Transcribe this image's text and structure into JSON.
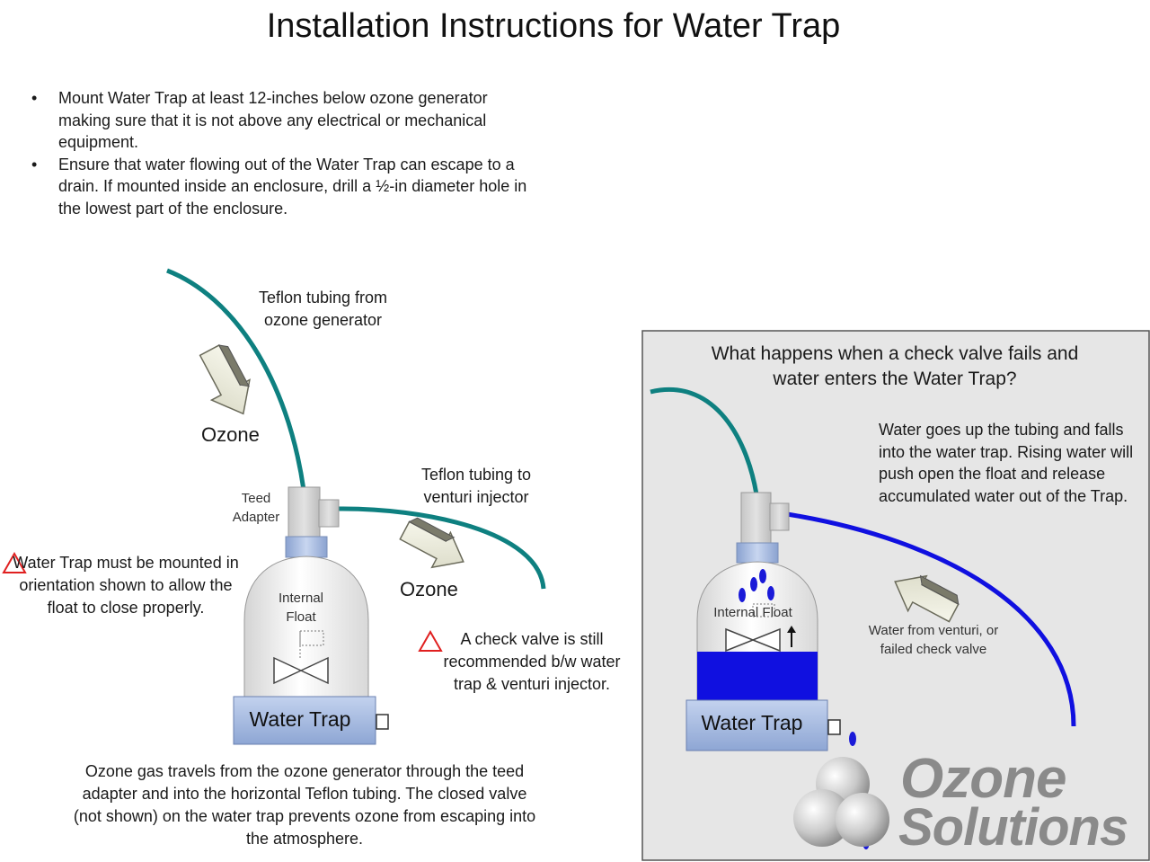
{
  "title": "Installation Instructions for Water Trap",
  "bullets": [
    "Mount Water Trap at least 12-inches below ozone generator making sure that it is not above any electrical or mechanical equipment.",
    "Ensure that water flowing out of the Water Trap can escape to a drain.  If mounted inside an enclosure, drill a ½-in diameter hole in the lowest part of the enclosure."
  ],
  "left": {
    "tubing_from_label": "Teflon tubing from ozone generator",
    "ozone_label_1": "Ozone",
    "teed_adapter_label": "Teed Adapter",
    "tubing_to_label": "Teflon tubing to venturi injector",
    "ozone_label_2": "Ozone",
    "internal_float_label": "Internal Float",
    "water_trap_label": "Water Trap",
    "orientation_warning": "Water Trap must be mounted in orientation shown to allow the float to close properly.",
    "check_valve_note": "A check valve is still recommended b/w water trap & venturi injector.",
    "caption": "Ozone gas travels from the ozone generator through the teed adapter and into the horizontal Teflon tubing.  The closed valve (not shown) on the water trap prevents ozone from escaping into the atmosphere."
  },
  "right": {
    "heading": "What happens when a check valve fails and water enters the Water Trap?",
    "description": "Water goes up the tubing and falls into the water trap. Rising water will push open the float and release accumulated water out of the Trap.",
    "internal_float_label": "Internal Float",
    "arrow_label": "Water from venturi, or failed check valve",
    "water_trap_label": "Water Trap"
  },
  "logo": {
    "line1": "Ozone",
    "line2": "Solutions"
  },
  "colors": {
    "tubing_teal": "#0e8080",
    "water_blue": "#1010e0",
    "trap_base_blue": "#a8bde0",
    "warning_red": "#e02020",
    "panel_gray": "#e6e6e6"
  }
}
